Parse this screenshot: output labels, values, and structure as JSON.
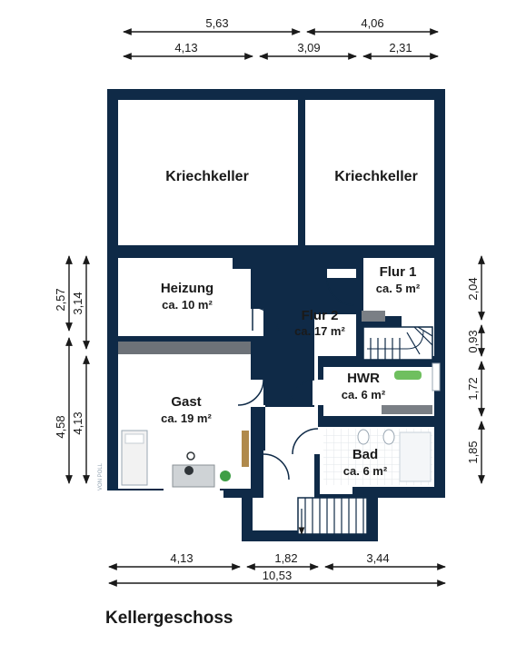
{
  "plan": {
    "caption": "Kellergeschoss",
    "wall_color": "#0f2a47",
    "dimensions": {
      "top_total_left": "5,63",
      "top_total_right": "4,06",
      "top_left": "4,13",
      "top_mid": "3,09",
      "top_right": "2,31",
      "bottom_left": "4,13",
      "bottom_mid": "1,82",
      "bottom_right": "3,44",
      "bottom_total": "10,53",
      "left_outer_top": "2,57",
      "left_inner_top": "3,14",
      "left_outer_bottom": "4,58",
      "left_inner_bottom": "4,13",
      "right_1": "2,04",
      "right_2": "0,93",
      "right_3": "1,72",
      "right_4": "1,85"
    },
    "rooms": {
      "kriechkeller_left": {
        "name": "Kriechkeller"
      },
      "kriechkeller_right": {
        "name": "Kriechkeller"
      },
      "heizung": {
        "name": "Heizung",
        "area": "ca. 10 m²"
      },
      "flur2": {
        "name": "Flur 2",
        "area": "ca. 17 m²"
      },
      "flur1": {
        "name": "Flur 1",
        "area": "ca. 5 m²"
      },
      "hwr": {
        "name": "HWR",
        "area": "ca. 6 m²"
      },
      "gast": {
        "name": "Gast",
        "area": "ca. 19 m²"
      },
      "bad": {
        "name": "Bad",
        "area": "ca. 6 m²"
      }
    },
    "watermark": "VON POLL"
  }
}
